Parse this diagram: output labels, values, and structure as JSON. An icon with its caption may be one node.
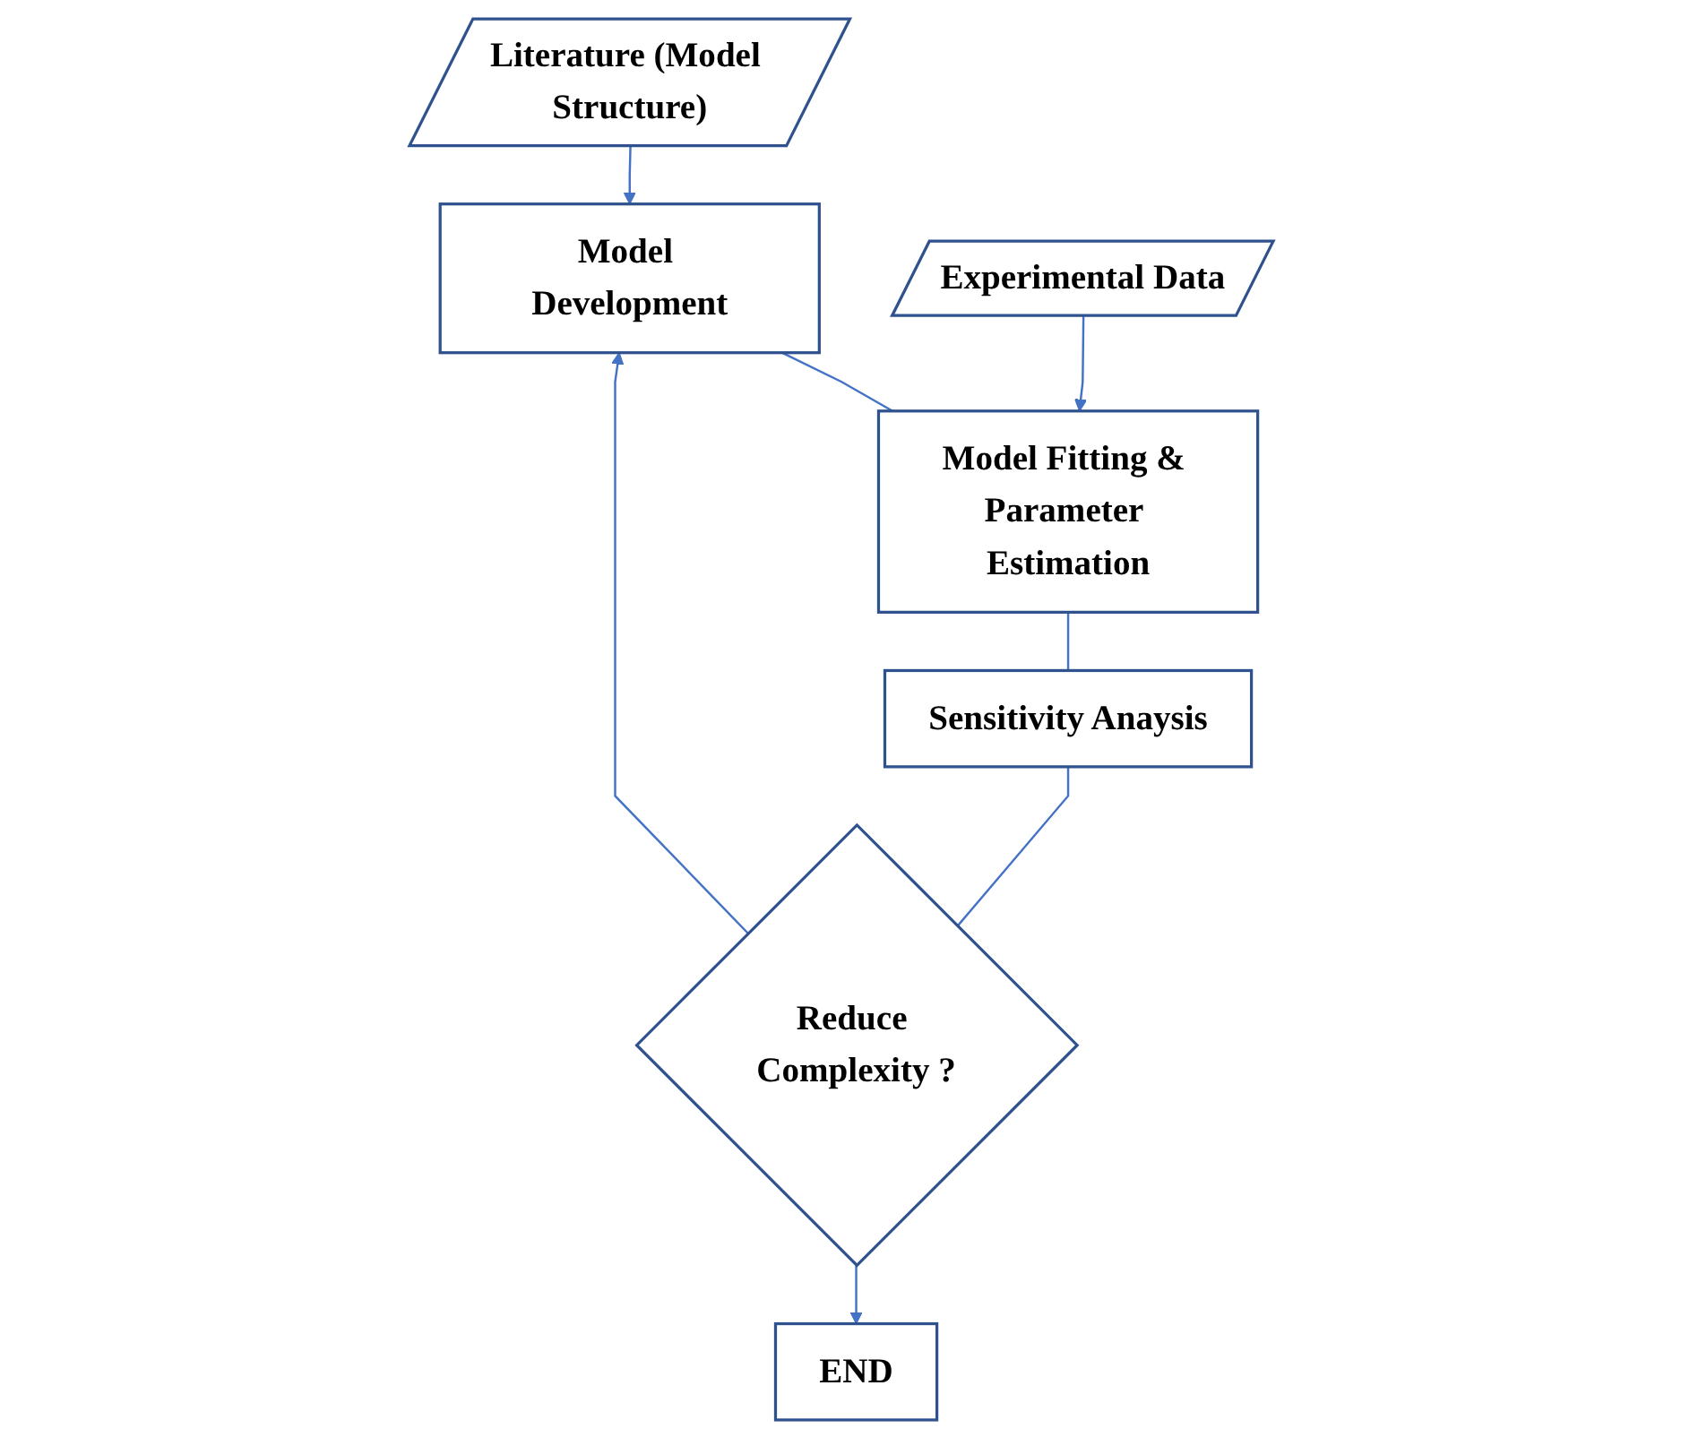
{
  "diagram": {
    "nodes": [
      {
        "text": [
          "Model Development"
        ]
      },
      {
        "text": [
          "Literature (Model Structure)"
        ]
      },
      {
        "text": [
          "Model Fitting & Parameter Estimation"
        ]
      },
      {
        "text": [
          "Experimental Data"
        ]
      },
      {
        "text": [
          "Sensitivity Anaysis"
        ]
      },
      {
        "text": [
          "Reduce Complexity ?"
        ]
      },
      {
        "text": [
          "END"
        ]
      }
    ],
    "edges": [
      {
        "from": 1,
        "to": 0,
        "arrow": "to"
      },
      {
        "from": 0,
        "to": 2,
        "arrow": "none"
      },
      {
        "from": 3,
        "to": 2,
        "arrow": "to"
      },
      {
        "from": 2,
        "to": 4,
        "arrow": "none"
      },
      {
        "from": 4,
        "to": 5,
        "arrow": "none"
      },
      {
        "from": 5,
        "to": 0,
        "arrow": "to"
      },
      {
        "from": 5,
        "to": 6,
        "arrow": "to"
      }
    ]
  }
}
